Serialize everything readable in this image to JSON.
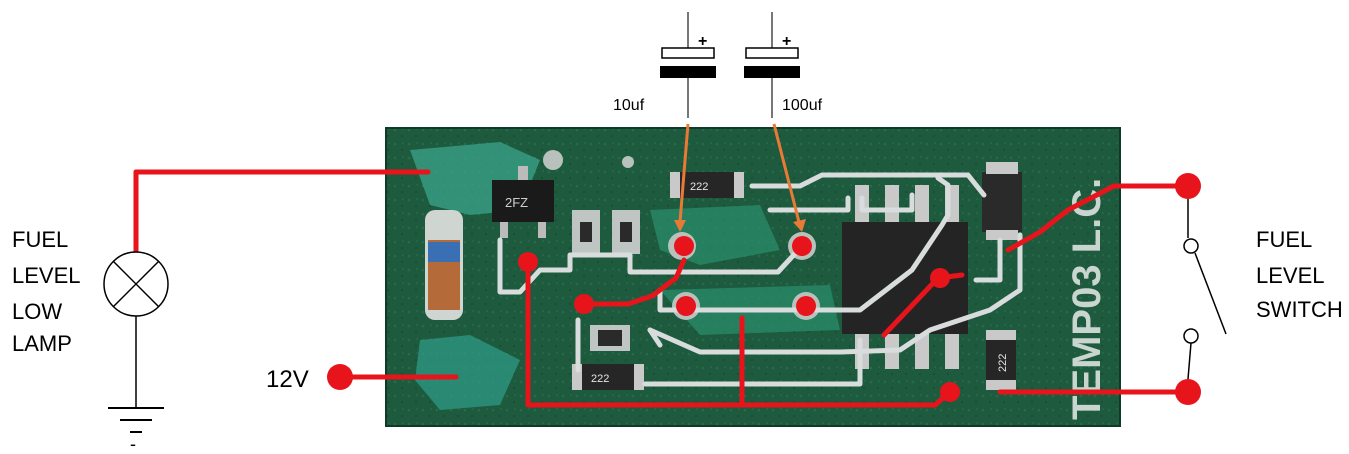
{
  "labels": {
    "lamp": [
      "FUEL",
      "LEVEL",
      "LOW",
      "LAMP"
    ],
    "switch": [
      "FUEL",
      "LEVEL",
      "SWITCH"
    ],
    "supply": "12V",
    "ground": "-",
    "cap1": "10uf",
    "cap2": "100uf",
    "cap_plus": "+",
    "board_marking": "TEMP03 L.C.",
    "chip_text": "2FZ",
    "resistor_code": "222"
  },
  "colors": {
    "board": "#1f5a3f",
    "trace_red": "#e8141c",
    "trace_white": "#d9dcdc",
    "lead_orange": "#e87a36"
  }
}
